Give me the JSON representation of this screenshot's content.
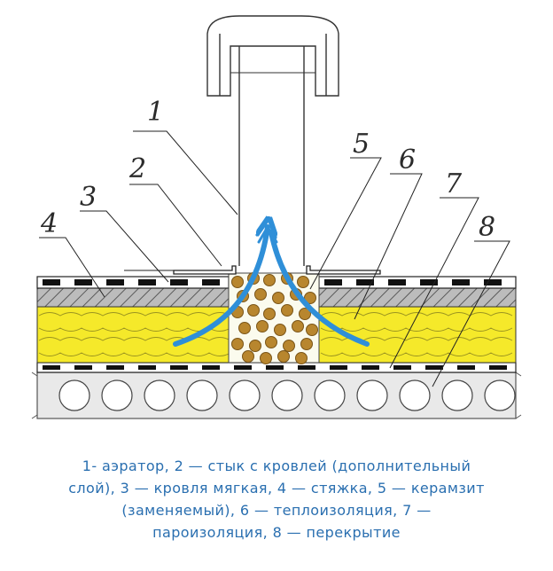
{
  "callouts": [
    "1",
    "2",
    "3",
    "4",
    "5",
    "6",
    "7",
    "8"
  ],
  "caption": [
    "1- аэратор, 2 — стык с кровлей (дополнительный",
    "слой), 3 — кровля мягкая, 4 — стяжка, 5 — керамзит",
    "(заменяемый), 6 — теплоизоляция, 7 —",
    "пароизоляция, 8 — перекрытие"
  ],
  "colors": {
    "insulation": "#f5e92a",
    "clay_pellet": "#b8862e",
    "airflow": "#2f8fd8",
    "caption_text": "#2a6fb0"
  }
}
